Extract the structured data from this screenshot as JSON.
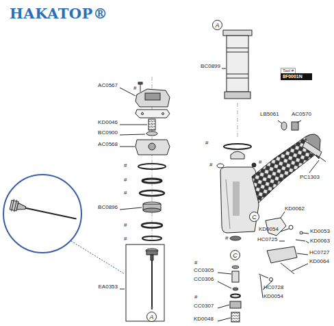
{
  "diagram": {
    "title": "HAKATOP®",
    "nodes": [
      {
        "text": [
          "Tool #",
          "8F0001N"
        ]
      },
      {
        "text": [
          "A"
        ]
      },
      {
        "text": [
          "A"
        ]
      },
      {
        "text": [
          "C"
        ]
      },
      {
        "text": [
          "C"
        ]
      }
    ],
    "labels": [
      "AC0567",
      "#",
      "KD0046",
      "BC0900",
      "AC0568",
      "#",
      "#",
      "#",
      "BC0896",
      "#",
      "#",
      "EA0353",
      "BC0899",
      "#",
      "#",
      "#",
      "LB5061",
      "AC0570",
      "PC1303",
      "KD0062",
      "KD0054",
      "KD0053",
      "HC0725",
      "KD0063",
      "#",
      "HC0727",
      "KD0064",
      "#",
      "CC0305",
      "CC0306",
      "HC0728",
      "KD0054",
      "#",
      "CC0307",
      "KD0048"
    ]
  }
}
